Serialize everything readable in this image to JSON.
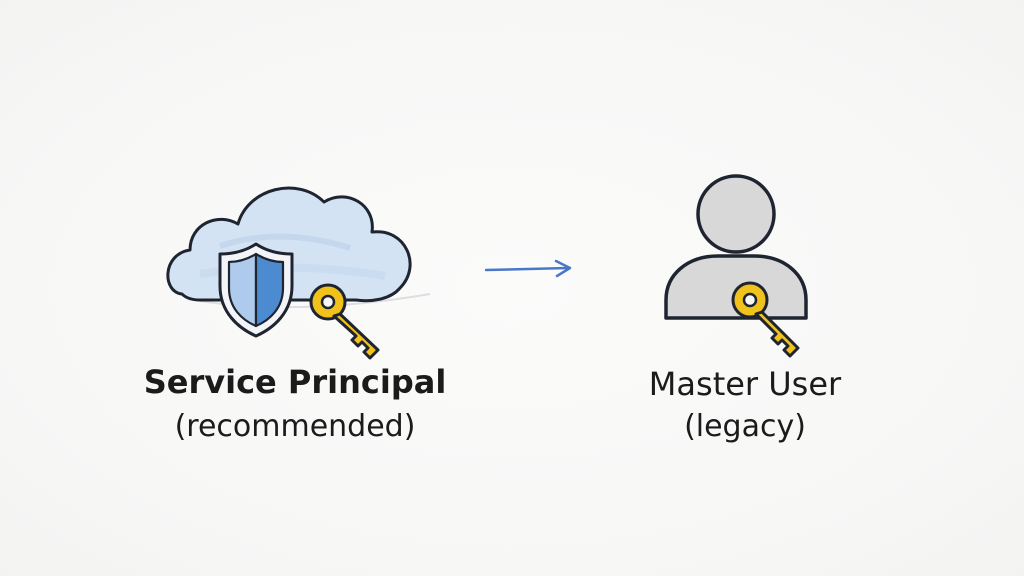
{
  "nodes": {
    "service_principal": {
      "title": "Service Principal",
      "subtitle": "(recommended)",
      "icons": [
        "cloud-icon",
        "shield-icon",
        "key-icon"
      ]
    },
    "master_user": {
      "title": "Master User",
      "subtitle": "(legacy)",
      "icons": [
        "user-icon",
        "key-icon"
      ]
    }
  },
  "connector": {
    "direction": "right",
    "color": "#4a78c8"
  },
  "colors": {
    "cloud_fill": "#cfe0f3",
    "shield_light": "#aecbee",
    "shield_dark": "#4d8bd0",
    "key": "#f1c21b",
    "user_fill": "#d9d9d9",
    "ink": "#1b1b1b"
  }
}
